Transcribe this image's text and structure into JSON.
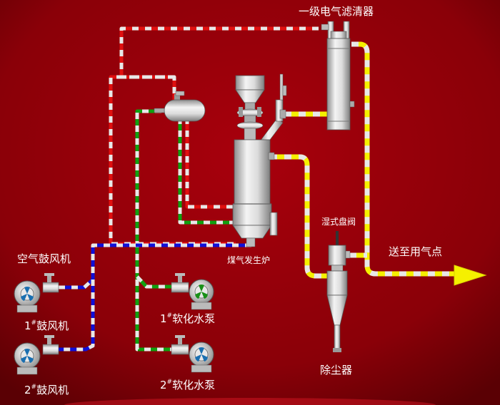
{
  "labels": {
    "filter": "一级电气滤清器",
    "valve": "湿式盘阀",
    "delivery": "送至用气点",
    "blower_title": "空气鼓风机",
    "gasifier": "煤气发生炉",
    "dust": "除尘器",
    "blower1": {
      "num": "1",
      "mark": "#",
      "text": "鼓风机"
    },
    "blower2": {
      "num": "2",
      "mark": "#",
      "text": "鼓风机"
    },
    "pump1": {
      "num": "1",
      "mark": "#",
      "text": "软化水泵"
    },
    "pump2": {
      "num": "2",
      "mark": "#",
      "text": "软化水泵"
    }
  },
  "colors": {
    "background": "#8a0008",
    "gas_pipe": "#f5f000",
    "air_pipe": "#1010d8",
    "water_pipe": "#10a010",
    "steam_pipe": "#e01010",
    "pipe_dash": "#e8e8e8",
    "equipment": "#c8c8c8"
  }
}
